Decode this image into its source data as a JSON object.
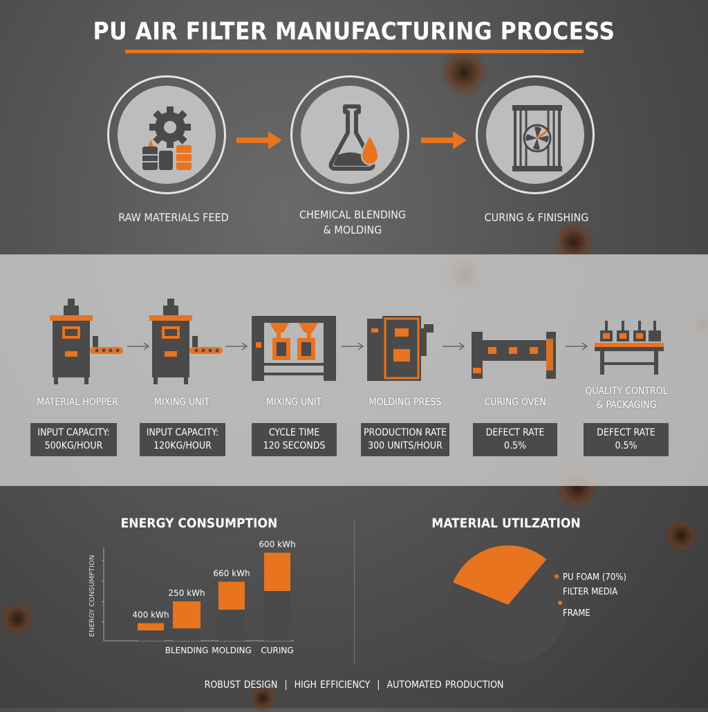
{
  "title": "PU AIR FILTER MANUFACTURING PROCESS",
  "colors": {
    "accent": "#e8741f",
    "dark": "#4a4a4a",
    "panel": "#bdbdbd"
  },
  "stages": [
    {
      "label_line1": "RAW MATERIALS FEED",
      "label_line2": "",
      "icon": "gear-barrels-icon"
    },
    {
      "label_line1": "CHEMICAL BLENDING",
      "label_line2": "& MOLDING",
      "icon": "flask-icon"
    },
    {
      "label_line1": "CURING & FINISHING",
      "label_line2": "",
      "icon": "filter-fan-icon"
    }
  ],
  "machines": [
    {
      "label_line1": "MATERIAL HOPPER",
      "label_line2": "",
      "stat_line1": "INPUT CAPACITY:",
      "stat_line2": "500KG/HOUR",
      "icon": "hopper-icon"
    },
    {
      "label_line1": "MIXING UNIT",
      "label_line2": "",
      "stat_line1": "INPUT CAPACITY:",
      "stat_line2": "120KG/HOUR",
      "icon": "mixer-icon"
    },
    {
      "label_line1": "MIXING UNIT",
      "label_line2": "",
      "stat_line1": "CYCLE TIME",
      "stat_line2": "120 SECONDS",
      "icon": "mold-machine-icon"
    },
    {
      "label_line1": "MOLDING PRESS",
      "label_line2": "",
      "stat_line1": "PRODUCTION RATE",
      "stat_line2": "300 UNITS/HOUR",
      "icon": "press-icon"
    },
    {
      "label_line1": "CURING OVEN",
      "label_line2": "",
      "stat_line1": "DEFECT RATE",
      "stat_line2": "0.5%",
      "icon": "oven-icon"
    },
    {
      "label_line1": "QUALITY CONTROL",
      "label_line2": "& PACKAGING",
      "stat_line1": "DEFECT RATE",
      "stat_line2": "0.5%",
      "icon": "qc-table-icon"
    }
  ],
  "energy": {
    "title": "ENERGY CONSUMPTION",
    "ylabel": "ENERGY CONSUMPTION"
  },
  "material": {
    "title": "MATERIAL UTILZATION",
    "legend": [
      "PU FOAM (70%)",
      "FILTER MEDIA",
      "FRAME"
    ]
  },
  "footer": [
    "ROBUST DESIGN",
    "HIGH EFFICIENCY",
    "AUTOMATED PRODUCTION"
  ],
  "chart_data": [
    {
      "type": "bar",
      "title": "ENERGY CONSUMPTION",
      "ylabel": "ENERGY CONSUMPTION",
      "xlabel": "",
      "categories": [
        "",
        "BLENDING",
        "MOLDING",
        "CURING"
      ],
      "data_labels": [
        "400 kWh",
        "250 kWh",
        "660 kWh",
        "600 kWh"
      ],
      "series": [
        {
          "values": [
            100,
            120,
            300,
            480
          ]
        },
        {
          "values": [
            70,
            260,
            270,
            370
          ]
        }
      ],
      "ylim": [
        0,
        900
      ],
      "stacked": true,
      "grid": false
    },
    {
      "type": "pie",
      "title": "MATERIAL UTILZATION",
      "labels": [
        "PU FOAM (70%)",
        "FILTER MEDIA",
        "FRAME"
      ],
      "values": [
        70,
        14,
        16
      ]
    }
  ]
}
